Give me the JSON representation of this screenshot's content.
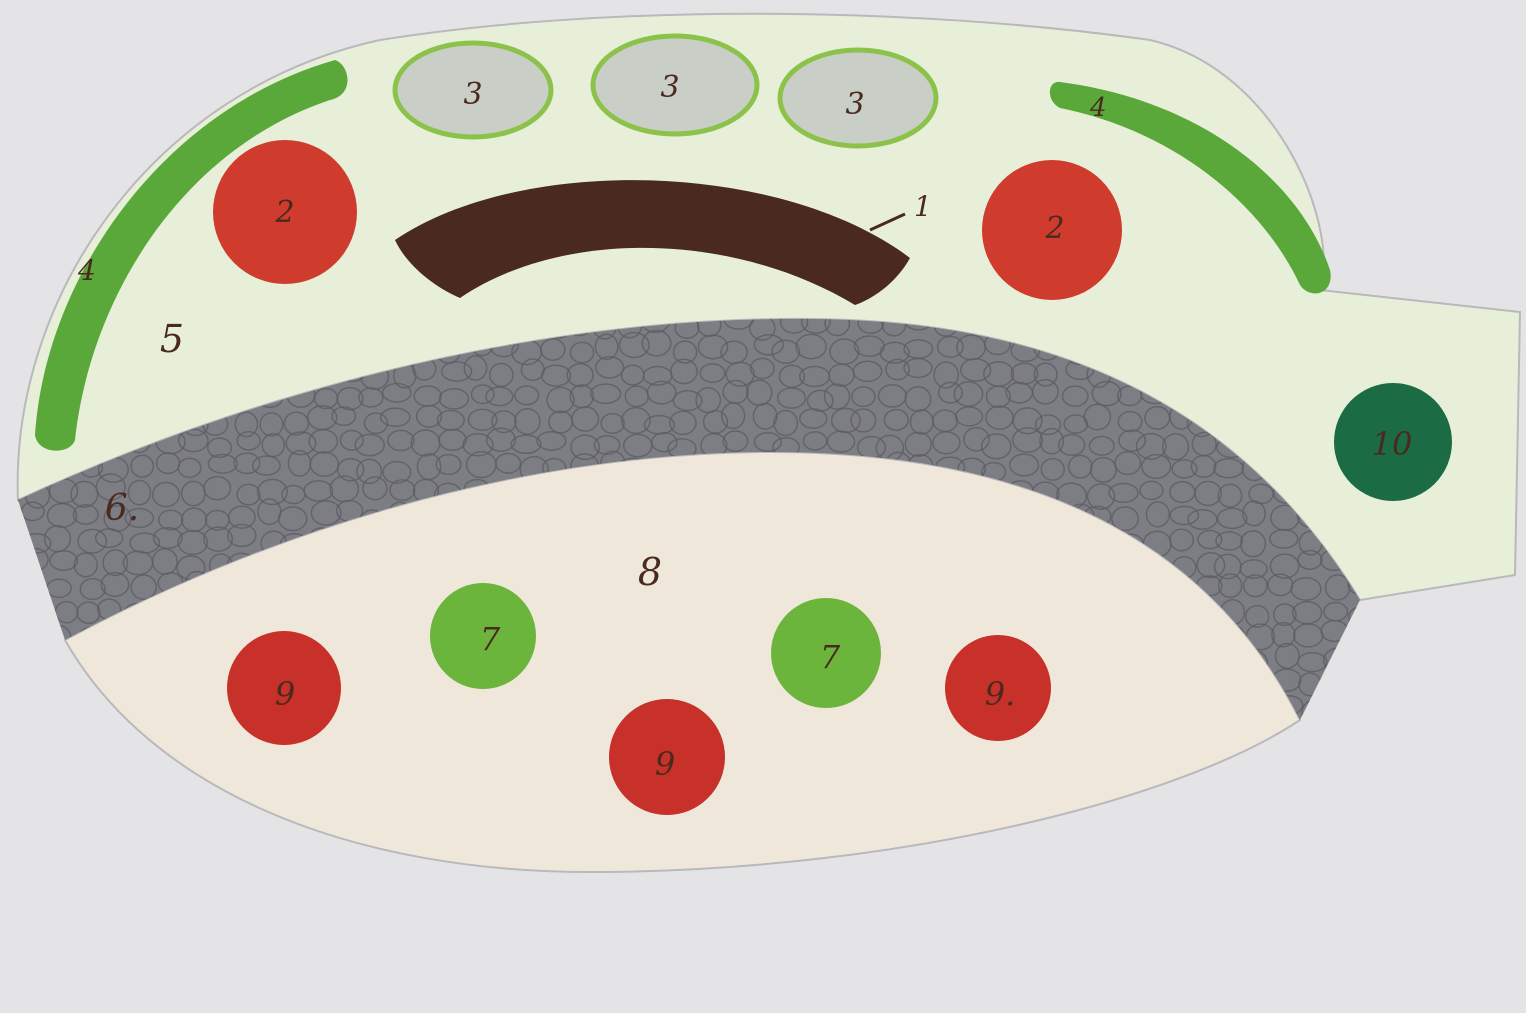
{
  "colors": {
    "paper": "#e4e3e6",
    "upper_region": "#e8efd9",
    "lower_region": "#efe8da",
    "band": "#7d7e84",
    "band_cells": "#5c5d63",
    "arc_1": "#4a2a1f",
    "green_strip_4": "#5aa83a",
    "oval_3_fill": "#c9cfc6",
    "oval_3_stroke": "#8cc24a",
    "circle_2": "#cf3b2c",
    "circle_7": "#6bb53d",
    "circle_9": "#c8302a",
    "circle_10": "#1b6b45",
    "label_ink": "#4a2a1f"
  },
  "labels": {
    "arc_1": "1",
    "circle_2_left": "2",
    "circle_2_right": "2",
    "oval_3_left": "3",
    "oval_3_middle": "3",
    "oval_3_right": "3",
    "strip_4_left": "4",
    "strip_4_right": "4",
    "region_5": "5",
    "band_6": "6.",
    "circle_7_left": "7",
    "circle_7_right": "7",
    "region_8": "8",
    "circle_9_left": "9",
    "circle_9_middle": "9",
    "circle_9_right": "9.",
    "circle_10": "10"
  }
}
